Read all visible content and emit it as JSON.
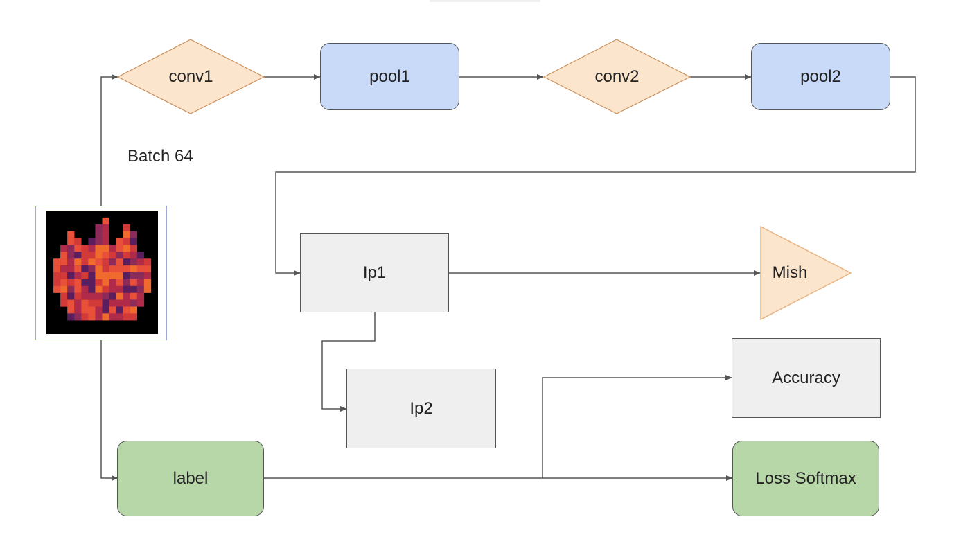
{
  "batch_label": "Batch 64",
  "nodes": {
    "conv1": {
      "label": "conv1",
      "shape": "diamond",
      "fill": "#fce5cd"
    },
    "pool1": {
      "label": "pool1",
      "shape": "rounded-rectangle",
      "fill": "#c9daf8"
    },
    "conv2": {
      "label": "conv2",
      "shape": "diamond",
      "fill": "#fce5cd"
    },
    "pool2": {
      "label": "pool2",
      "shape": "rounded-rectangle",
      "fill": "#c9daf8"
    },
    "ip1": {
      "label": "Ip1",
      "shape": "rectangle",
      "fill": "#efefef"
    },
    "mish": {
      "label": "Mish",
      "shape": "triangle",
      "fill": "#fce5cd"
    },
    "ip2": {
      "label": "Ip2",
      "shape": "rectangle",
      "fill": "#efefef"
    },
    "accuracy": {
      "label": "Accuracy",
      "shape": "rectangle",
      "fill": "#efefef"
    },
    "label": {
      "label": "label",
      "shape": "rounded-rectangle",
      "fill": "#b7d7a8"
    },
    "loss_softmax": {
      "label": "Loss Softmax",
      "shape": "rounded-rectangle",
      "fill": "#b7d7a8"
    }
  },
  "edges": [
    {
      "from": "input-image",
      "to": "conv1"
    },
    {
      "from": "input-image",
      "to": "label"
    },
    {
      "from": "conv1",
      "to": "pool1"
    },
    {
      "from": "pool1",
      "to": "conv2"
    },
    {
      "from": "conv2",
      "to": "pool2"
    },
    {
      "from": "pool2",
      "to": "ip1"
    },
    {
      "from": "ip1",
      "to": "mish"
    },
    {
      "from": "ip1",
      "to": "ip2"
    },
    {
      "from": "label",
      "to": "accuracy"
    },
    {
      "from": "label",
      "to": "loss_softmax"
    }
  ],
  "input_image": {
    "description": "pixelated heatmap thumbnail",
    "colors": [
      "#000000",
      "#b02a4a",
      "#d23a3a",
      "#e8503a",
      "#8c2a5a",
      "#5a1e5e",
      "#f06a2e"
    ]
  },
  "colors": {
    "edge": "#555555",
    "diamond_fill": "#fce5cd",
    "diamond_stroke": "#e8b382"
  }
}
